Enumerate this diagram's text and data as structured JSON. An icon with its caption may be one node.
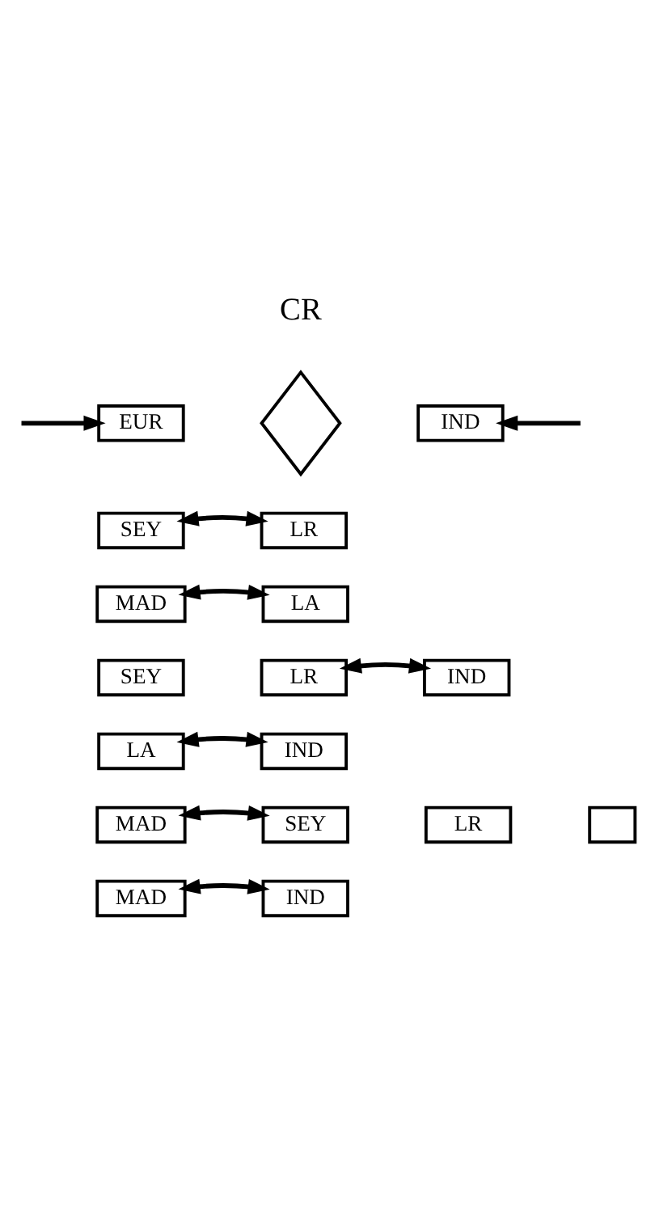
{
  "diagram": {
    "nodes": [
      {
        "text": [
          "EUR"
        ]
      },
      {
        "text": [],
        "shape": "diamond"
      },
      {
        "text": [
          "IND"
        ]
      },
      {
        "text": [
          "SEY"
        ]
      },
      {
        "text": [
          "LR"
        ]
      },
      {
        "text": [
          "MAD"
        ]
      },
      {
        "text": [
          "LA"
        ]
      },
      {
        "text": [
          "SEY"
        ]
      },
      {
        "text": [
          "LR"
        ]
      },
      {
        "text": [
          "IND"
        ]
      },
      {
        "text": [
          "LA"
        ]
      },
      {
        "text": [
          "IND"
        ]
      },
      {
        "text": [
          "MAD"
        ]
      },
      {
        "text": [
          "SEY"
        ]
      },
      {
        "text": [
          "LR"
        ]
      },
      {
        "text": [],
        "shape": "box"
      },
      {
        "text": [
          "MAD"
        ]
      },
      {
        "text": [
          "IND"
        ]
      }
    ],
    "edges": [
      {
        "from": null,
        "to": 0,
        "arrow": "to"
      },
      {
        "from": null,
        "to": 2,
        "arrow": "to"
      },
      {
        "from": 3,
        "to": 4,
        "arrow": "both"
      },
      {
        "from": 5,
        "to": 6,
        "arrow": "both"
      },
      {
        "from": 8,
        "to": 9,
        "arrow": "both"
      },
      {
        "from": 10,
        "to": 11,
        "arrow": "both"
      },
      {
        "from": 12,
        "to": 13,
        "arrow": "both"
      },
      {
        "from": 16,
        "to": 17,
        "arrow": "both"
      }
    ],
    "labels": [
      "CR"
    ]
  }
}
